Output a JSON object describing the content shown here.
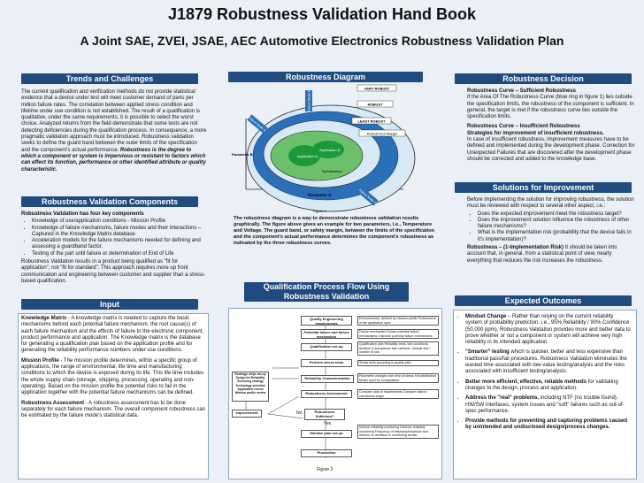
{
  "header": {
    "title": "J1879 Robustness Validation Hand Book",
    "subtitle": "A Joint SAE, ZVEI, JSAE, AEC Automotive Electronics Robustness Validation Plan"
  },
  "trends": {
    "heading": "Trends and Challenges",
    "text": "The current qualification and verification methods do not provide statistical evidence that a device under test will meet customer demand of parts per million failure rates. The correlation between applied stress condition and lifetime under use condition is not established. The result of a qualification is qualitative, under the same requirements, it is possible to select the worst choice. Analyzed returns from the field demonstrate that some tests are not detecting deficiencies during the qualification process. In consequence, a more pragmatic validation approach must be introduced. Robustness validation seeks to define the guard band between the outer limits of the specification and the component's actual performance.",
    "emphasis": "Robustness is the degree to which a component or system is impervious or resistant to factors which can effect its function, performance or other identified attribute or quality characteristic."
  },
  "components": {
    "heading": "Robustness Validation Components",
    "lead": "Robustness Validation has four key components",
    "items": [
      "Knowledge of use/application conditions - Mission Profile",
      "Knowledge of failure mechanisms, failure modes and their interactions – Captured in the Knowledge Matrix database",
      "Acceleration models for the failure mechanisms needed for defining and assessing a guardband factor.",
      "Testing of the part until failure or determination of End of Life"
    ],
    "closing": "Robustness Validation results in a product being qualified as \"fit for application\", not \"fit for standard\". This approach requires more up front communication and engineering between customer and supplier than a stress-based qualification."
  },
  "input": {
    "heading": "Input",
    "paragraphs": [
      {
        "lead": "Knowledge Matrix",
        "text": " - A knowledge matrix is needed to capture the basic mechanisms behind each potential failure mechanism, the root cause(s) of each failure mechanism and the effects of failure to the electronic component, product performance and application. The Knowledge matrix is the database for generating a qualification plan based on the application profile and for generating the reliability performance numbers under use conditions."
      },
      {
        "lead": "Mission Profile",
        "text": " - The mission profile determines, within a specific group of applications, the range of environmental, life time and manufacturing conditions to which the device is exposed during its life. This life time includes the whole supply chain (storage, shipping, processing, operating and non-operating). Based on the mission profile the potential risks to fail in the application together with the potential failure mechanisms can be defined."
      },
      {
        "lead": "Robustness Assessment",
        "text": " - A robustness assessment has to be done separately for each failure mechanism. The overall component robustness can be estimated by the failure mode's statistical data."
      }
    ]
  },
  "diagram": {
    "heading": "Robustness Diagram",
    "labels": {
      "very_robust": "VERY ROBUST",
      "robust": "ROBUST",
      "least_robust": "LEAST ROBUST",
      "robustness_margin": "Robustness Margin",
      "failure_mode_a": "Failure Mode A",
      "failure_mode_b": "Failure Mode B",
      "failure_mode_c": "Failure Mode C",
      "application_a": "Application A",
      "application_b": "Application B",
      "specification": "Specification",
      "parameter_a": "Parameter A",
      "parameter_b": "Parameter B",
      "figure": "Figure 1"
    },
    "caption": "The robustness diagram is a way to demonstrate robustness validation results graphically. The figure above gives an example for two parameters, i.e., Temperature and Voltage. The guard band, or safety margin, between the limits of the specification and the component's actual performance determines the component's robustness as indicated by the three robustness curves."
  },
  "flow": {
    "heading_line1": "Qualification Process Flow Using",
    "heading_line2": "Robustness Validation",
    "boxes": {
      "quality": "Quality Engineering requirements",
      "failure_mech": "Potential failure and failure mechanism",
      "qual_setup": "Qualification set-up",
      "stress": "Perform stress tests",
      "reliability": "Reliability Characterization",
      "assessment": "Robustness Assessment",
      "robust_suff": "Robustness Sufficient?",
      "monitor": "Monitor plan set-up",
      "production": "Production",
      "improvement": "Improvement",
      "rethink": "Redesign steps set-up Design for Reliability Screening strategy Technology selection Application review Mission profile review"
    },
    "notes": {
      "n1": "Environmental, defined by mission profile Performance in the application spec",
      "n2": "Failure mechanism Known potential failure mechanisms Unknown potential failure mechanisms",
      "n3": "Qualification plan Reliability tests, test conditions, duration & acceptance test methods, Sample size / number of lots",
      "n4": "Stress tests according to quality plan",
      "n5": "Parameter changes over time of stress Fail distribution Model used for extrapolation",
      "n6": "Compare data to requirements Compare data to robustness target",
      "n7": "Intrinsic reliability monitoring Extrinsic reliability monitoring Frequency of test/sample/sample size Actions on deviation in monitoring results"
    },
    "yes": "Yes",
    "no": "No",
    "figure": "Figure 2"
  },
  "decision": {
    "heading": "Robustness Decision",
    "suff_title": "Robustness Curve – Sufficient Robustness",
    "suff_text": "If the Area Of The Robustness Curve (blue ring in figure 1) lies outside the specification limits, the robustness of the component is sufficient. In general, the target is met if the robustness curve lies outside the specification limits.",
    "insuff_title": "Robustness Curve – Insufficient Robustness",
    "insuff_title2": "Strategies for improvement of insufficient robustness.",
    "insuff_text": "In case of insufficient robustness, improvement measures have to be defined and implemented during the development phase. Correction for Unexpected Failures that are discovered after the development phase should be corrected and added to the knowledge base."
  },
  "solutions": {
    "heading": "Solutions for Improvement",
    "intro": "Before implementing the solution for improving robustness, the solution must be reviewed with respect to several other aspect, i.e.:",
    "items": [
      "Does the expected improvement meet the robustness target?",
      "Does the improvement solution influence the robustness of other failure mechanisms?",
      "What is the implementation risk (probability that the device fails in it's implementation)?"
    ],
    "risk_lead": "Robustness – (1-Implementation Risk)",
    "risk_text": " It should be taken into account that, in general, from a statistical point of view, nearly everything that reduces the risk increases the robustness."
  },
  "outcomes": {
    "heading": "Expected Outcomes",
    "items": [
      {
        "lead": "Mindset Change",
        "text": " – Rather than relying on the current reliability system of probability prediction, i.e., 95% Reliability / 90% Confidence (50,000 ppm), Robustness Validation provides more and better data to prove whether or not a component or system will achieve very high reliability in its intended application."
      },
      {
        "lead": "\"Smarter\" testing",
        "text": " which is quicker, better and less expensive than traditional pass/fail procedures. Robustness Validation eliminates the wasted time associated with low-value testing/analysis and the risks associated with insufficient testing/analysis."
      },
      {
        "lead": "Better more efficient, effective, reliable methods",
        "text": " for validating changes to the design, process and application."
      },
      {
        "lead": "Address the \"real\" problems,",
        "text": " including NTF (no trouble found), HW/SW interfaces, system issues and \"soft\" failures such as out-of-spec performance."
      },
      {
        "lead": "Provide methods for preventing and capturing problems caused by unintended and undisclosed design/process changes.",
        "text": ""
      }
    ]
  },
  "colors": {
    "header_bar": "#1f4b7f",
    "background": "#eaf0f5",
    "ring": "#2a6fb7",
    "specification": "#6cc06c",
    "application": "#1a9a3a"
  }
}
